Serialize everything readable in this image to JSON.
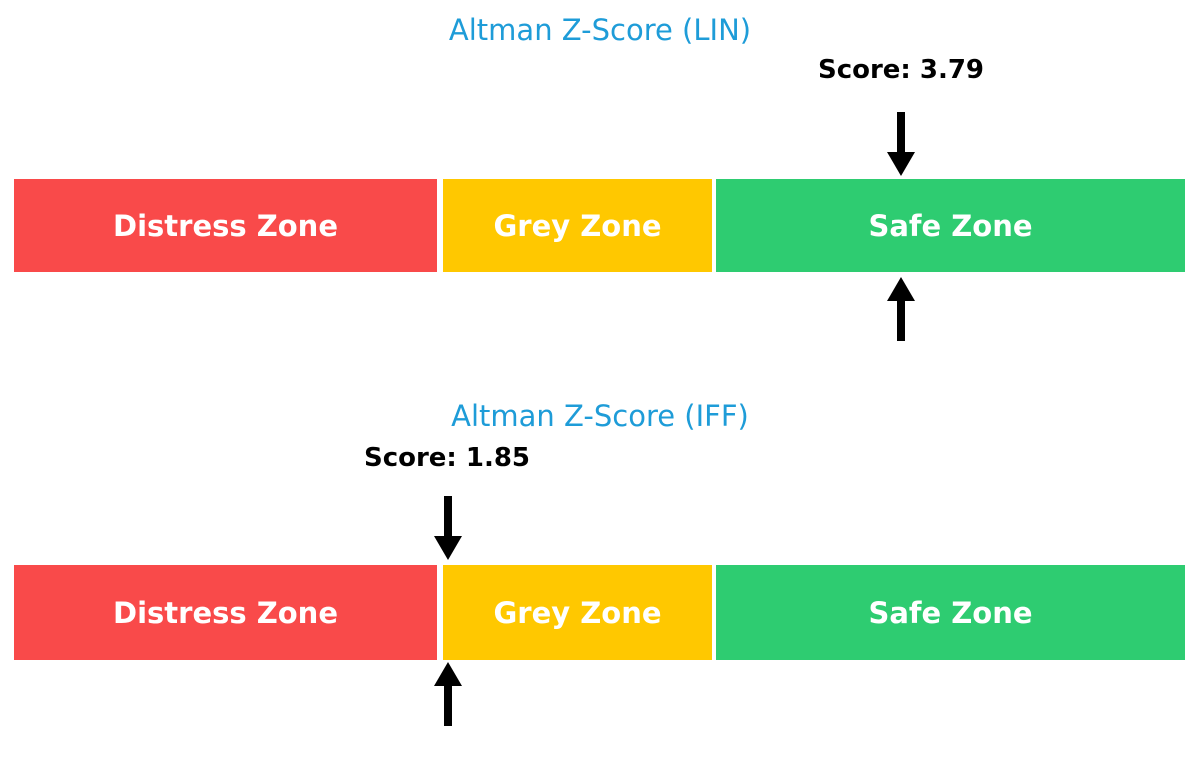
{
  "chart_data": [
    {
      "type": "bar",
      "title": "Altman Z-Score (LIN)",
      "title_color": "#1E9CD8",
      "score": 3.79,
      "score_label": "Score: 3.79",
      "score_text_color": "#000000",
      "marker_zone": "Safe Zone",
      "marker_position_frac": 0.757,
      "marker_color": "#000000",
      "zones": [
        {
          "label": "Distress Zone",
          "color": "#F94A4A",
          "width_frac": 0.361
        },
        {
          "label": "Grey Zone",
          "color": "#FFC800",
          "width_frac": 0.23
        },
        {
          "label": "Safe Zone",
          "color": "#2ECC71",
          "width_frac": 0.4
        }
      ],
      "zone_label_color": "#FFFFFF",
      "layout": {
        "orientation": "horizontal",
        "legend": "none",
        "axes": "none",
        "zone_gaps": true
      }
    },
    {
      "type": "bar",
      "title": "Altman Z-Score (IFF)",
      "title_color": "#1E9CD8",
      "score": 1.85,
      "score_label": "Score: 1.85",
      "score_text_color": "#000000",
      "marker_zone": "Grey Zone",
      "marker_position_frac": 0.371,
      "marker_color": "#000000",
      "zones": [
        {
          "label": "Distress Zone",
          "color": "#F94A4A",
          "width_frac": 0.361
        },
        {
          "label": "Grey Zone",
          "color": "#FFC800",
          "width_frac": 0.23
        },
        {
          "label": "Safe Zone",
          "color": "#2ECC71",
          "width_frac": 0.4
        }
      ],
      "zone_label_color": "#FFFFFF",
      "layout": {
        "orientation": "horizontal",
        "legend": "none",
        "axes": "none",
        "zone_gaps": true
      }
    }
  ],
  "page": {
    "background": "#FFFFFF"
  }
}
